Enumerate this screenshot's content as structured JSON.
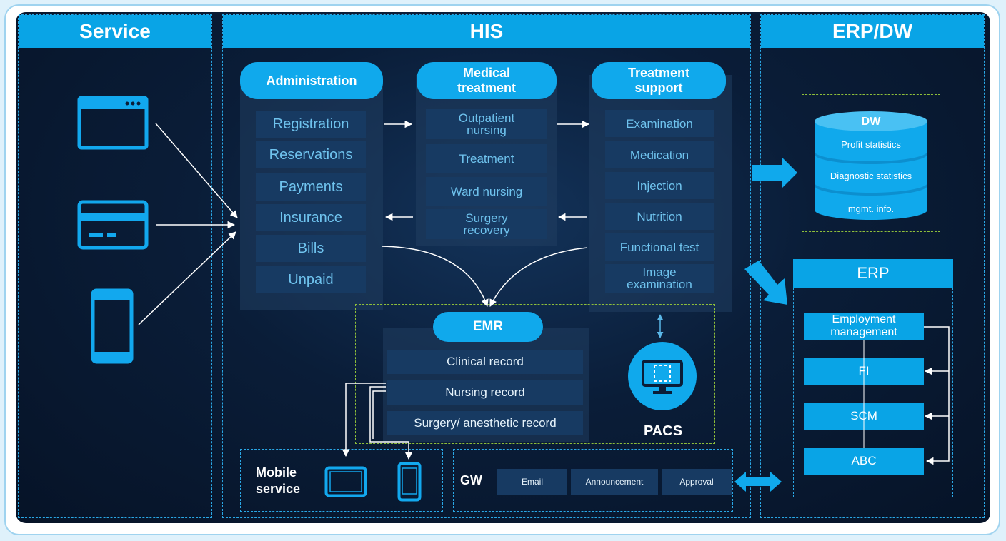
{
  "columns": {
    "service": "Service",
    "his": "HIS",
    "erp_dw": "ERP/DW"
  },
  "his": {
    "administration": {
      "title": "Administration",
      "items": [
        "Registration",
        "Reservations",
        "Payments",
        "Insurance",
        "Bills",
        "Unpaid"
      ]
    },
    "medical_treatment": {
      "title": "Medical treatment",
      "items": [
        "Outpatient nursing",
        "Treatment",
        "Ward nursing",
        "Surgery recovery"
      ]
    },
    "treatment_support": {
      "title": "Treatment support",
      "items": [
        "Examination",
        "Medication",
        "Injection",
        "Nutrition",
        "Functional test",
        "Image examination"
      ]
    },
    "emr": {
      "title": "EMR",
      "items": [
        "Clinical record",
        "Nursing record",
        "Surgery/ anesthetic record"
      ]
    },
    "pacs": "PACS",
    "mobile": "Mobile service",
    "gw": {
      "title": "GW",
      "items": [
        "Email",
        "Announcement",
        "Approval"
      ]
    }
  },
  "dw": {
    "title": "DW",
    "layers": [
      "Profit statistics",
      "Diagnostic statistics",
      "mgmt. info."
    ]
  },
  "erp": {
    "title": "ERP",
    "items": [
      "Employment management",
      "FI",
      "SCM",
      "ABC"
    ]
  },
  "colors": {
    "accent": "#09a4e6",
    "background": "#0a1d38",
    "item_bg": "#173a62",
    "item_text": "#6fc3ee",
    "dashed_green": "#8fbf3a"
  }
}
